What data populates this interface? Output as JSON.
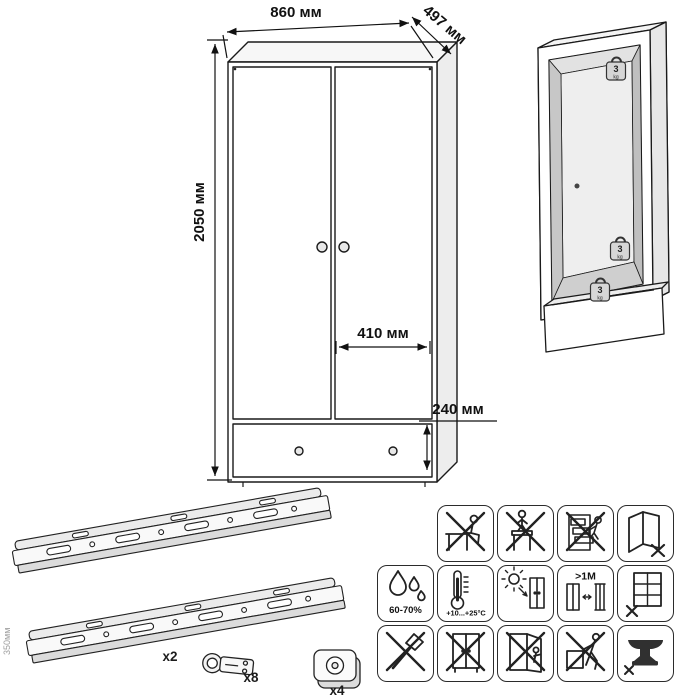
{
  "front_view": {
    "width_label": "860 мм",
    "depth_label": "497 мм",
    "height_label": "2050 мм",
    "door_label": "410 мм",
    "drawer_label": "240 мм"
  },
  "interior": {
    "weight_value": "3",
    "weight_unit": "kg"
  },
  "hardware": {
    "slides": "x2",
    "hinges": "x8",
    "corners": "x4",
    "length_label": "350мм"
  },
  "care": {
    "humidity": "60-70%",
    "temperature": "+10...+25°C",
    "distance": ">1M"
  }
}
